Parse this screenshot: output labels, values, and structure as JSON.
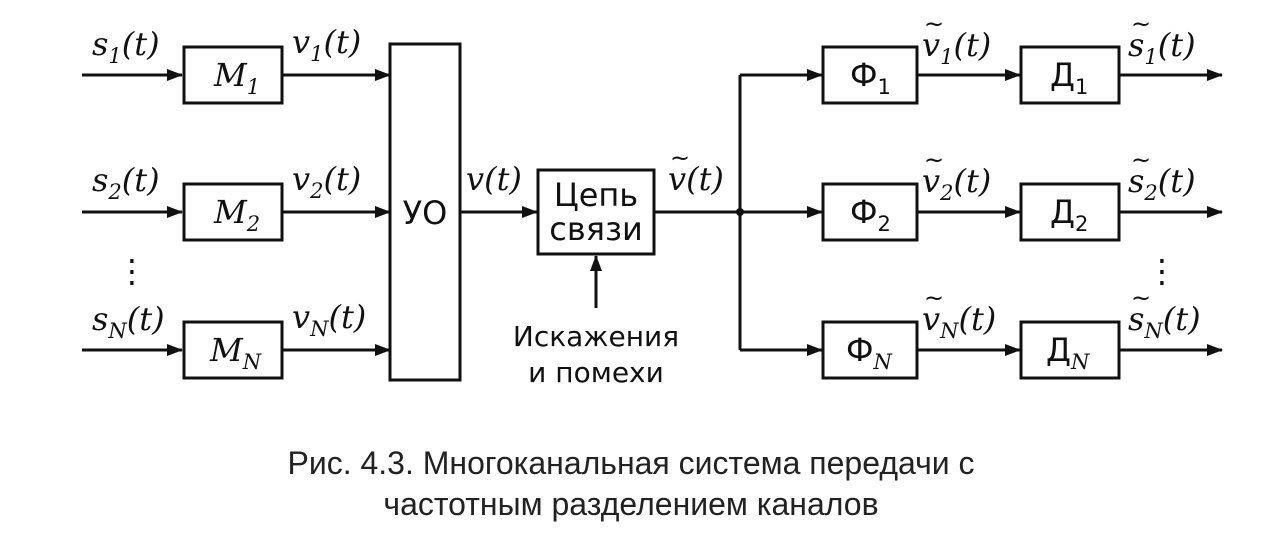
{
  "inputs": [
    {
      "sym": "s",
      "sub": "1",
      "arg": "(t)"
    },
    {
      "sym": "s",
      "sub": "2",
      "arg": "(t)"
    },
    {
      "sym": "s",
      "sub": "N",
      "arg": "(t)"
    }
  ],
  "modulators": [
    {
      "sym": "M",
      "sub": "1"
    },
    {
      "sym": "M",
      "sub": "2"
    },
    {
      "sym": "M",
      "sub": "N"
    }
  ],
  "mod_outputs": [
    {
      "sym": "v",
      "sub": "1",
      "arg": "(t)"
    },
    {
      "sym": "v",
      "sub": "2",
      "arg": "(t)"
    },
    {
      "sym": "v",
      "sub": "N",
      "arg": "(t)"
    }
  ],
  "combiner": {
    "label": "УО"
  },
  "group_signal": {
    "sym": "v",
    "arg": "(t)"
  },
  "channel": {
    "line1": "Цепь",
    "line2": "связи"
  },
  "received_signal": {
    "tilde": "~",
    "sym": "v",
    "arg": "(t)"
  },
  "noise": {
    "line1": "Искажения",
    "line2": "и помехи"
  },
  "filters": [
    {
      "sym": "Ф",
      "sub": "1"
    },
    {
      "sym": "Ф",
      "sub": "2"
    },
    {
      "sym": "Ф",
      "sub": "N"
    }
  ],
  "filter_outputs": [
    {
      "tilde": "~",
      "sym": "v",
      "sub": "1",
      "arg": "(t)"
    },
    {
      "tilde": "~",
      "sym": "v",
      "sub": "2",
      "arg": "(t)"
    },
    {
      "tilde": "~",
      "sym": "v",
      "sub": "N",
      "arg": "(t)"
    }
  ],
  "detectors": [
    {
      "sym": "Д",
      "sub": "1"
    },
    {
      "sym": "Д",
      "sub": "2"
    },
    {
      "sym": "Д",
      "sub": "N"
    }
  ],
  "outputs": [
    {
      "tilde": "~",
      "sym": "s",
      "sub": "1",
      "arg": "(t)"
    },
    {
      "tilde": "~",
      "sym": "s",
      "sub": "2",
      "arg": "(t)"
    },
    {
      "tilde": "~",
      "sym": "s",
      "sub": "N",
      "arg": "(t)"
    }
  ],
  "ellipsis": "⋮",
  "caption": {
    "line1": "Рис. 4.3. Многоканальная система передачи с",
    "line2": "частотным разделением каналов"
  }
}
